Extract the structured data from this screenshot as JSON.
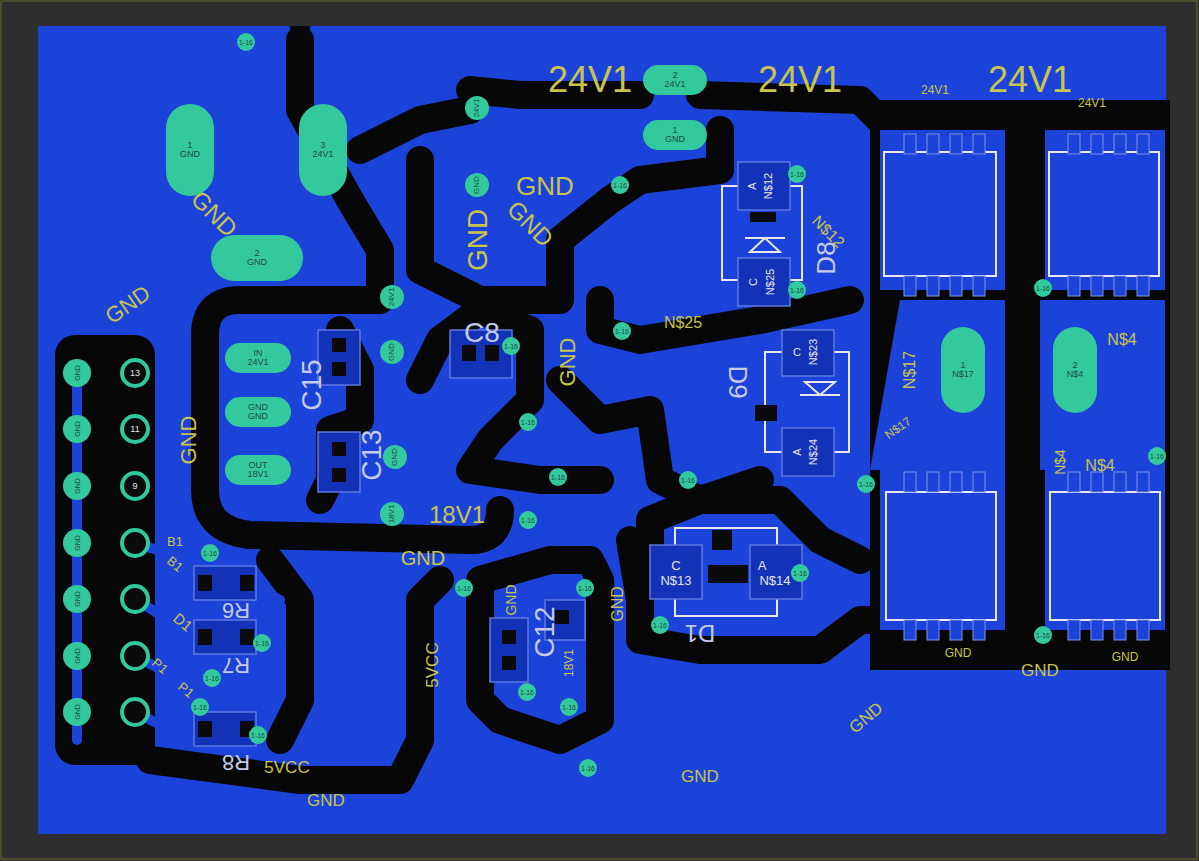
{
  "diagram": {
    "nodes": [
      {
        "text": [
          "1",
          "GND"
        ]
      },
      {
        "text": [
          "3",
          "24V1"
        ]
      },
      {
        "text": [
          "2",
          "GND"
        ]
      },
      {
        "text": [
          "2",
          "24V1"
        ]
      },
      {
        "text": [
          "1",
          "GND"
        ]
      },
      {
        "text": [
          "IN",
          "24V1"
        ]
      },
      {
        "text": [
          "GND",
          "GND"
        ]
      },
      {
        "text": [
          "OUT",
          "18V1"
        ]
      },
      {
        "text": [
          "1",
          "N$17"
        ]
      },
      {
        "text": [
          "2",
          "N$4"
        ]
      }
    ],
    "labels": [
      "24V1",
      "24V1",
      "24V1",
      "GND",
      "GND",
      "GND",
      "GND",
      "GND",
      "GND",
      "GND",
      "18V1",
      "GND",
      "5VCC",
      "GND",
      "GND",
      "GND",
      "5VCC",
      "GND",
      "GND",
      "N$25",
      "N$12",
      "N$17",
      "N$17",
      "N$4",
      "N$4",
      "N$4",
      "B1",
      "B1",
      "D1",
      "P1",
      "P1",
      "GND",
      "GND",
      "24V1",
      "24V1",
      "18V1",
      "GND",
      "C13",
      "C15",
      "C8",
      "R6",
      "R7",
      "R8",
      "D1",
      "D8",
      "D9",
      "C12",
      "A",
      "N$12",
      "C",
      "N$25",
      "C",
      "N$23",
      "A",
      "N$24",
      "C",
      "N$13",
      "A",
      "N$14",
      "13",
      "11",
      "9",
      "GND",
      "GND",
      "GND",
      "GND",
      "GND",
      "GND",
      "GND",
      "24V1",
      "GND",
      "24V1",
      "GND",
      "GND",
      "18V1",
      "1-16",
      "1-16",
      "1-16",
      "1-16",
      "1-16",
      "1-16",
      "1-16",
      "1-16",
      "1-16",
      "1-16",
      "1-16",
      "1-16",
      "1-16",
      "1-16",
      "1-16",
      "1-16",
      "1-16",
      "1-16",
      "1-16",
      "1-16",
      "1-16",
      "1-16",
      "1-16",
      "1-16",
      "1-16",
      "1-16"
    ]
  }
}
